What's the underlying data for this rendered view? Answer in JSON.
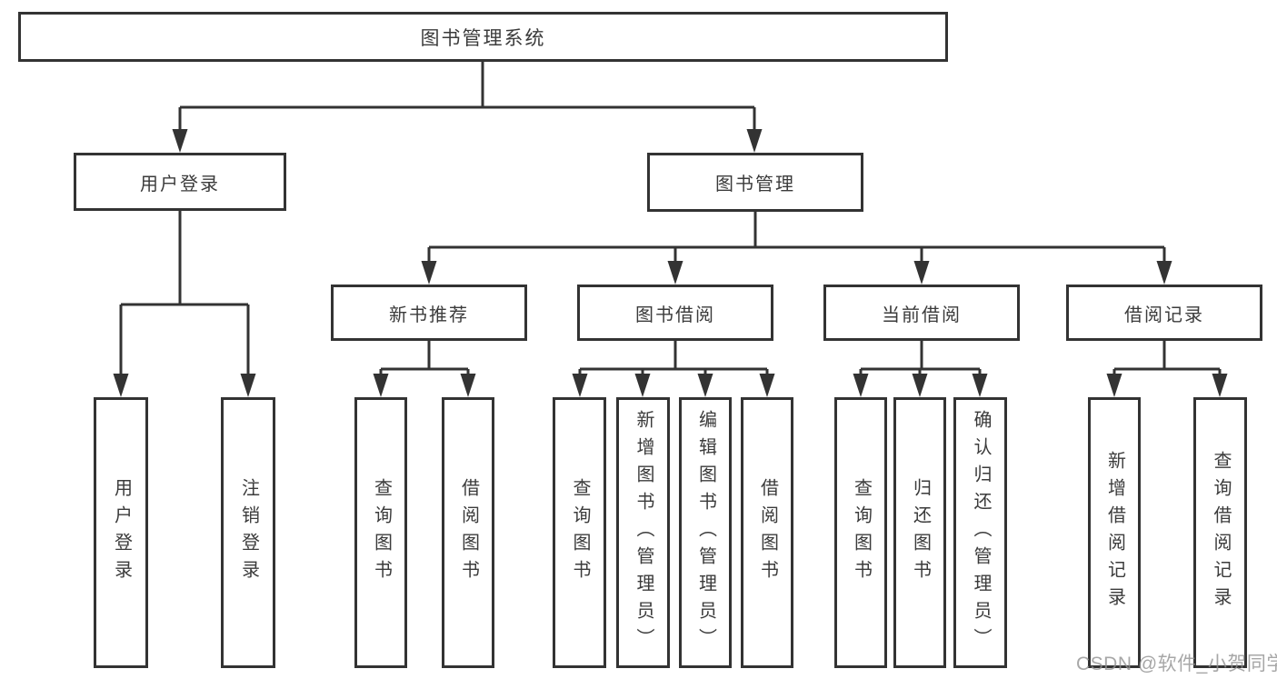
{
  "watermark": "CSDN @软件_小贺同学",
  "colors": {
    "line": "#333333",
    "box_border": "#333333",
    "text": "#3b3b3b",
    "watermark_text": "#919191",
    "background": "#ffffff"
  },
  "tree": {
    "root": "图书管理系统",
    "level2": [
      "用户登录",
      "图书管理"
    ],
    "level3": [
      "新书推荐",
      "图书借阅",
      "当前借阅",
      "借阅记录"
    ],
    "leaves": {
      "user_login": [
        "用户登录",
        "注销登录"
      ],
      "new_book_recommendation": [
        "查询图书",
        "借阅图书"
      ],
      "book_borrowing": [
        "查询图书",
        "新增图书（管理员）",
        "编辑图书（管理员）",
        "借阅图书"
      ],
      "current_borrowing": [
        "查询图书",
        "归还图书",
        "确认归还（管理员）"
      ],
      "borrowing_records": [
        "新增借阅记录",
        "查询借阅记录"
      ]
    }
  }
}
